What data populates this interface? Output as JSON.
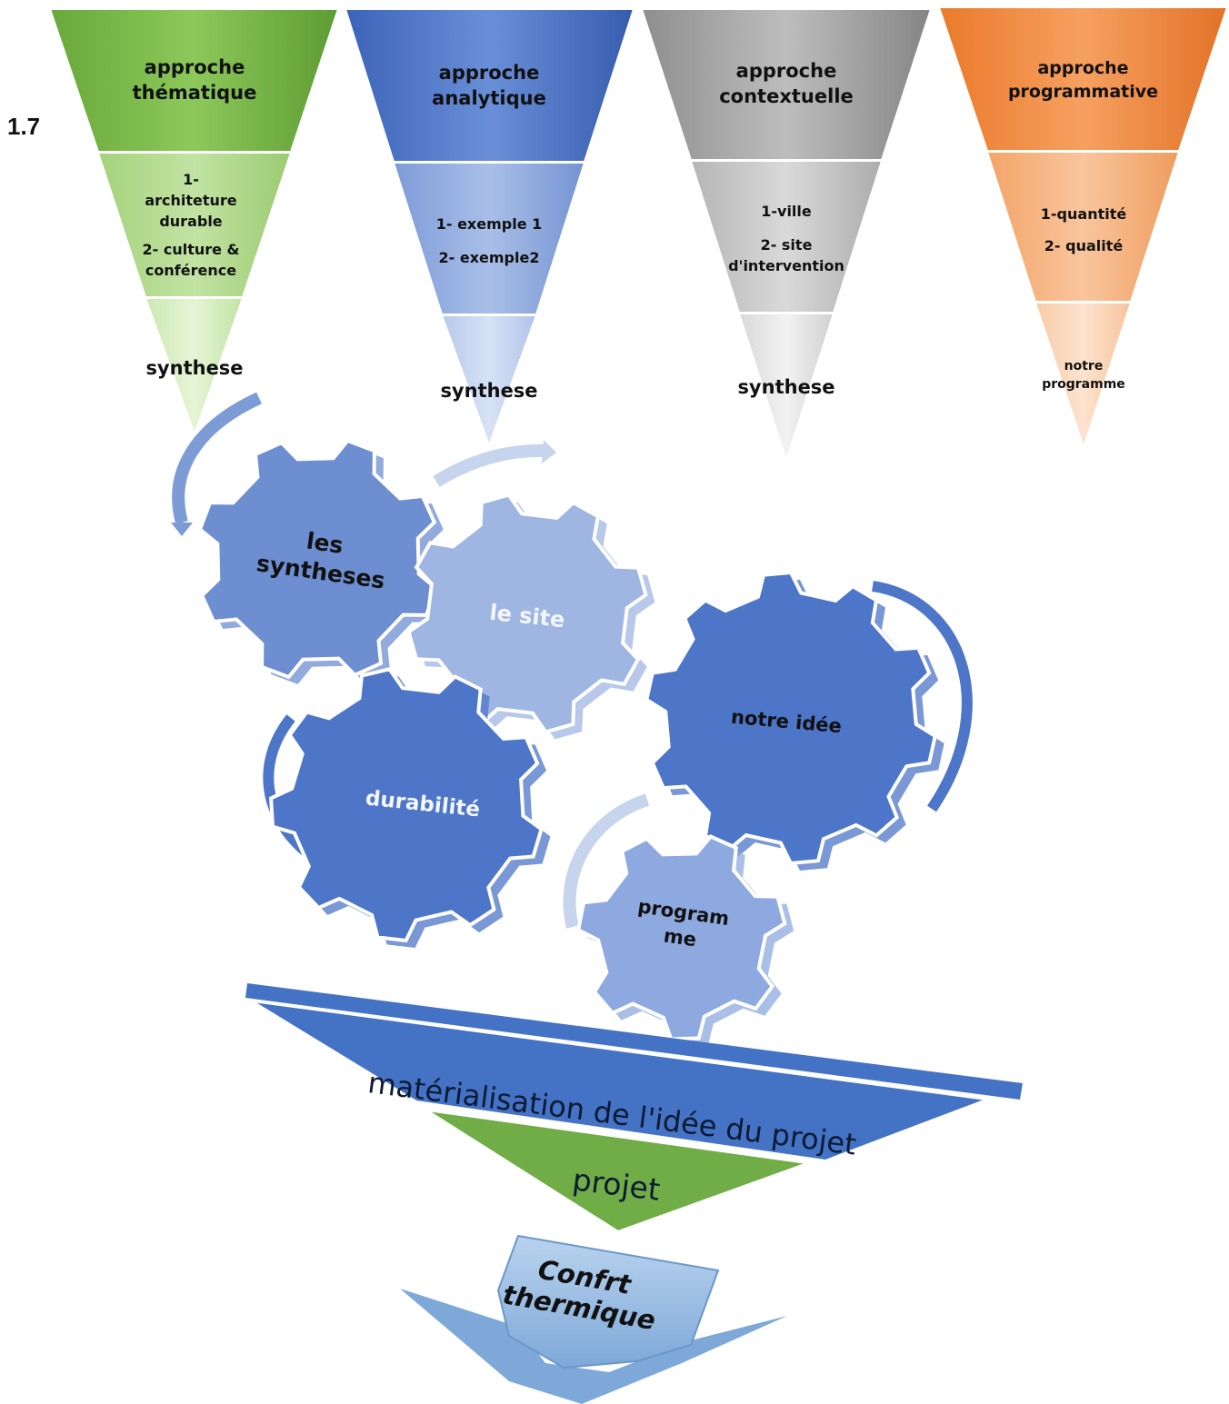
{
  "section_number": "1.7",
  "approaches": [
    {
      "title_line1": "approche",
      "title_line2": "thématique",
      "items": [
        "1-",
        "architeture",
        "durable",
        "2- culture &",
        "conférence"
      ],
      "synthesis": "synthese",
      "color": "#7fbf4f",
      "color_light": "#b3db8e",
      "color_pale": "#d8efc2"
    },
    {
      "title_line1": "approche",
      "title_line2": "analytique",
      "items": [
        "1- exemple 1",
        "2- exemple2"
      ],
      "synthesis": "synthese",
      "color": "#4a73c9",
      "color_light": "#8aa7df",
      "color_pale": "#c4d4ef"
    },
    {
      "title_line1": "approche",
      "title_line2": "contextuelle",
      "items": [
        "1-ville",
        "2- site",
        "d'intervention"
      ],
      "synthesis": "synthese",
      "color": "#9c9c9c",
      "color_light": "#c4c4c4",
      "color_pale": "#e4e4e4"
    },
    {
      "title_line1": "approche",
      "title_line2": "programmative",
      "items": [
        "1-quantité",
        "2- qualité"
      ],
      "synthesis_line1": "notre",
      "synthesis_line2": "programme",
      "color": "#f0883e",
      "color_light": "#f6b07c",
      "color_pale": "#fad4b5"
    }
  ],
  "gears": [
    {
      "label_line1": "les",
      "label_line2": "syntheses",
      "color": "#6d8ed0"
    },
    {
      "label_line1": "le site",
      "label_line2": "",
      "color": "#9fb6e3"
    },
    {
      "label_line1": "durabilité",
      "label_line2": "",
      "color": "#4d75c8"
    },
    {
      "label_line1": "notre idée",
      "label_line2": "",
      "color": "#4d75c8"
    },
    {
      "label_line1": "program",
      "label_line2": "me",
      "color": "#8ea9df"
    }
  ],
  "funnel": {
    "upper_label": "matérialisation de l'idée du projet",
    "lower_label": "projet",
    "upper_color": "#4472c4",
    "lower_color": "#70ad47"
  },
  "output_arrow": {
    "label_line1": "Confrt",
    "label_line2": "thermique",
    "color": "#9dc3e6"
  }
}
